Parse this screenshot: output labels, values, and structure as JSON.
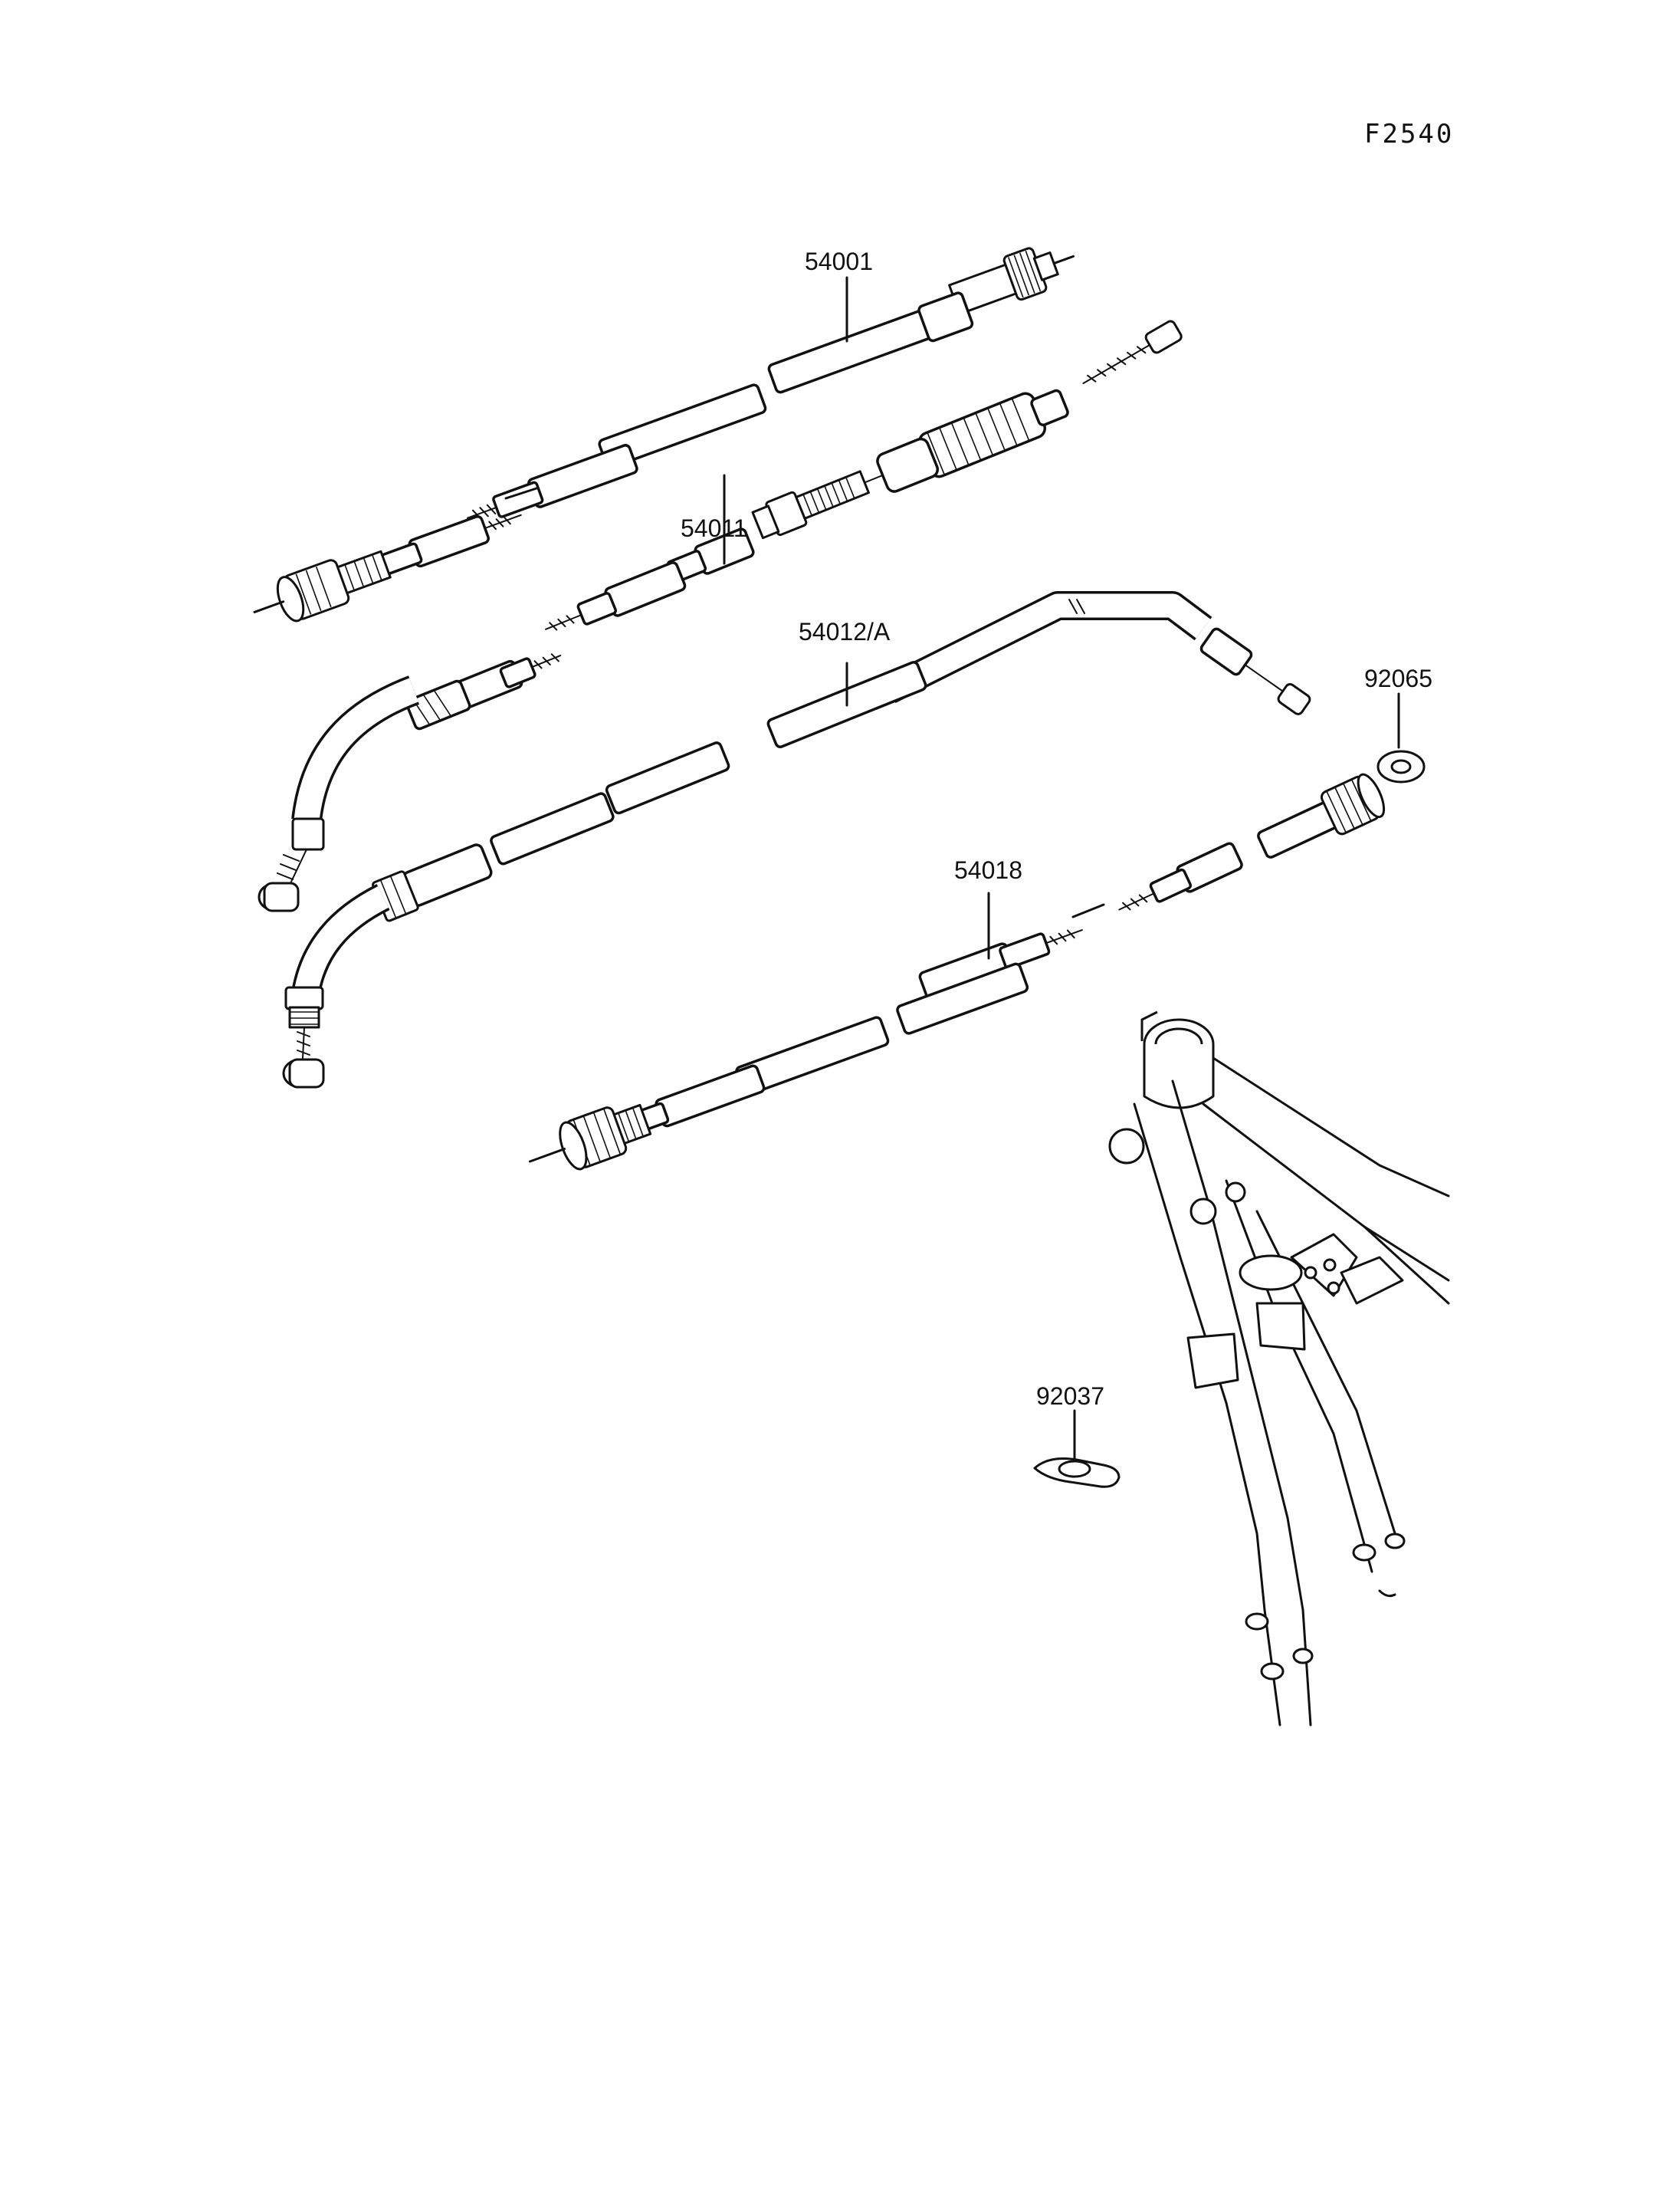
{
  "drawing": {
    "code": "F2540"
  },
  "callouts": [
    {
      "id": "c54001",
      "text": "54001"
    },
    {
      "id": "c54011",
      "text": "54011"
    },
    {
      "id": "c54012",
      "text": "54012/A"
    },
    {
      "id": "c92065",
      "text": "92065"
    },
    {
      "id": "c54018",
      "text": "54018"
    },
    {
      "id": "c92037",
      "text": "92037"
    }
  ]
}
